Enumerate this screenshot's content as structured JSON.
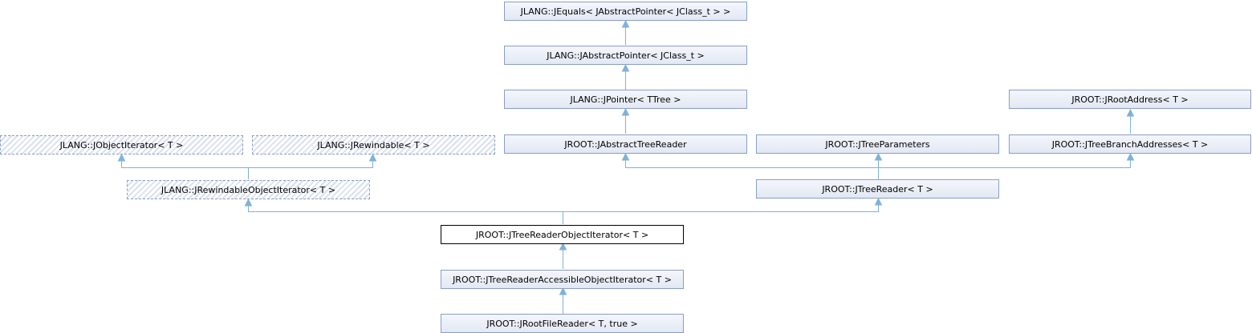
{
  "colors": {
    "edge": "#7fb2d7",
    "node_border": "#8b9dc4",
    "node_fill": "#e4e9f4",
    "current_border": "#000000"
  },
  "nodes": {
    "jequals": "JLANG::JEquals< JAbstractPointer< JClass_t > >",
    "jabstractpointer": "JLANG::JAbstractPointer< JClass_t >",
    "jpointer": "JLANG::JPointer< TTree >",
    "jrootaddress": "JROOT::JRootAddress< T >",
    "jobjectiterator": "JLANG::JObjectIterator< T >",
    "jrewindable": "JLANG::JRewindable< T >",
    "jabstracttreereader": "JROOT::JAbstractTreeReader",
    "jtreeparameters": "JROOT::JTreeParameters",
    "jtreebranchaddresses": "JROOT::JTreeBranchAddresses< T >",
    "jrewindableobjectiterator": "JLANG::JRewindableObjectIterator< T >",
    "jtreereader": "JROOT::JTreeReader< T >",
    "jtreereaderobjectiterator": "JROOT::JTreeReaderObjectIterator< T >",
    "jtreereaderaccessibleobjectiterator": "JROOT::JTreeReaderAccessibleObjectIterator< T >",
    "jrootfilereader": "JROOT::JRootFileReader< T, true >"
  }
}
